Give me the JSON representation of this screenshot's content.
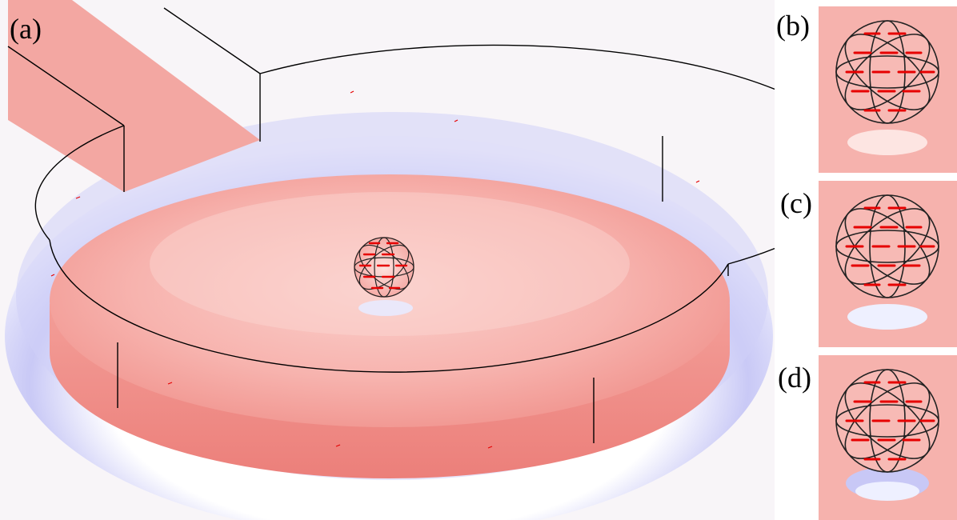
{
  "figure": {
    "panels": [
      {
        "id": "a",
        "label": "(a)"
      },
      {
        "id": "b",
        "label": "(b)"
      },
      {
        "id": "c",
        "label": "(c)"
      },
      {
        "id": "d",
        "label": "(d)"
      }
    ]
  },
  "colors": {
    "field_high": "#f08080",
    "field_mid": "#f7c4c0",
    "field_low": "#b8b8f5",
    "outline": "#000000",
    "arrow": "#e60000"
  }
}
